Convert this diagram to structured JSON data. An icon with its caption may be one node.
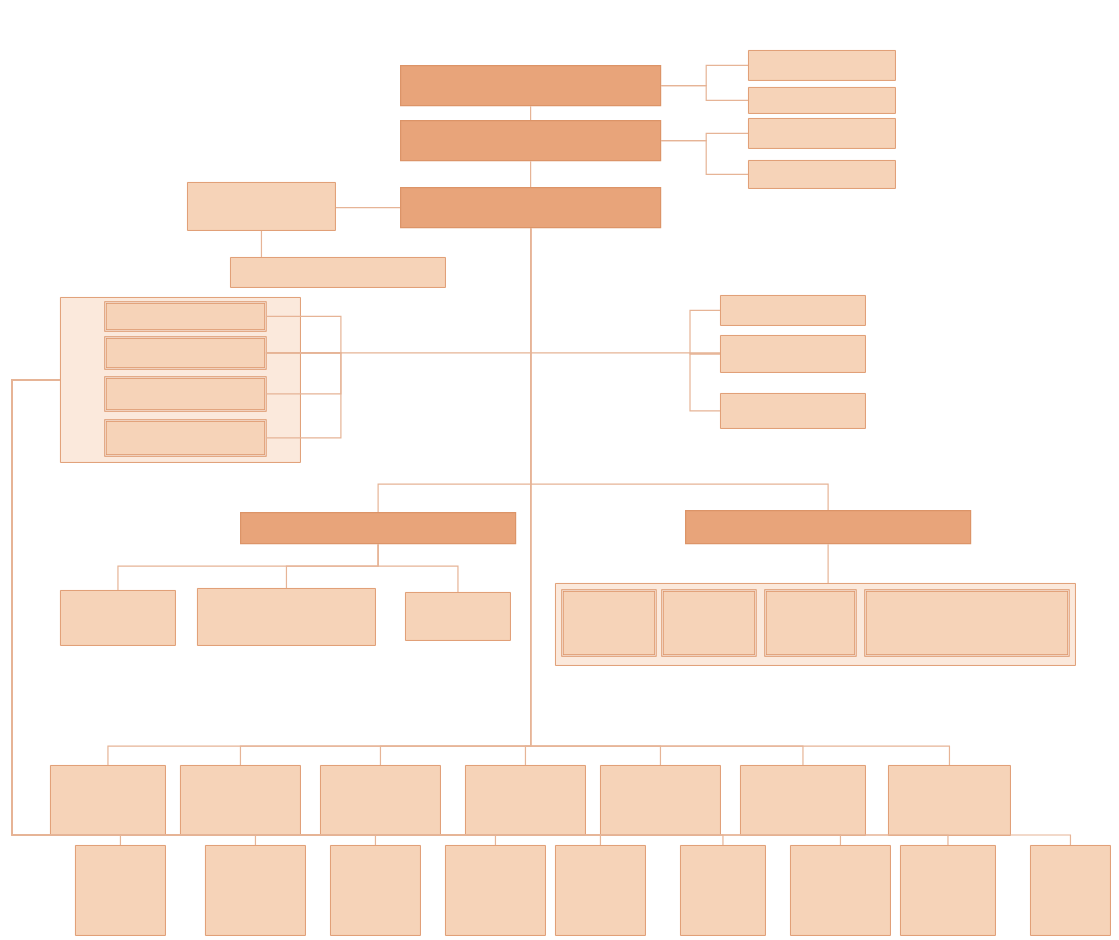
{
  "diagram": {
    "nodes": [
      {
        "text": [],
        "shape": "box"
      },
      {
        "text": [],
        "shape": "box"
      },
      {
        "text": [],
        "shape": "box"
      },
      {
        "text": [],
        "shape": "box"
      },
      {
        "text": [],
        "shape": "box"
      },
      {
        "text": [],
        "shape": "box"
      },
      {
        "text": [],
        "shape": "box"
      },
      {
        "text": [],
        "shape": "box"
      },
      {
        "text": [],
        "shape": "box"
      },
      {
        "text": [],
        "shape": "box"
      },
      {
        "text": [],
        "shape": "box",
        "in": 9
      },
      {
        "text": [],
        "shape": "box",
        "in": 9
      },
      {
        "text": [],
        "shape": "box",
        "in": 9
      },
      {
        "text": [],
        "shape": "box",
        "in": 9
      },
      {
        "text": [],
        "shape": "box"
      },
      {
        "text": [],
        "shape": "box"
      },
      {
        "text": [],
        "shape": "box"
      },
      {
        "text": [],
        "shape": "box"
      },
      {
        "text": [],
        "shape": "box"
      },
      {
        "text": [],
        "shape": "box"
      },
      {
        "text": [],
        "shape": "box"
      },
      {
        "text": [],
        "shape": "box"
      },
      {
        "text": [],
        "shape": "box"
      },
      {
        "text": [],
        "shape": "box",
        "in": 22
      },
      {
        "text": [],
        "shape": "box",
        "in": 22
      },
      {
        "text": [],
        "shape": "box",
        "in": 22
      },
      {
        "text": [],
        "shape": "box",
        "in": 22
      },
      {
        "text": [],
        "shape": "box"
      },
      {
        "text": [],
        "shape": "box"
      },
      {
        "text": [],
        "shape": "box"
      },
      {
        "text": [],
        "shape": "box"
      },
      {
        "text": [],
        "shape": "box"
      },
      {
        "text": [],
        "shape": "box"
      },
      {
        "text": [],
        "shape": "box"
      },
      {
        "text": [],
        "shape": "box"
      },
      {
        "text": [],
        "shape": "box"
      },
      {
        "text": [],
        "shape": "box"
      },
      {
        "text": [],
        "shape": "box"
      },
      {
        "text": [],
        "shape": "box"
      },
      {
        "text": [],
        "shape": "box"
      },
      {
        "text": [],
        "shape": "box"
      },
      {
        "text": [],
        "shape": "box"
      },
      {
        "text": [],
        "shape": "box"
      }
    ],
    "edges": [
      {
        "from": 0,
        "to": 1,
        "arrow": "none"
      },
      {
        "from": 1,
        "to": 2,
        "arrow": "none"
      },
      {
        "from": 0,
        "to": 3,
        "arrow": "none"
      },
      {
        "from": 0,
        "to": 4,
        "arrow": "none"
      },
      {
        "from": 1,
        "to": 5,
        "arrow": "none"
      },
      {
        "from": 1,
        "to": 6,
        "arrow": "none"
      },
      {
        "from": 2,
        "to": 7,
        "arrow": "none"
      },
      {
        "from": 7,
        "to": 8,
        "arrow": "none"
      },
      {
        "from": 11,
        "to": 15,
        "arrow": "none"
      },
      {
        "from": 11,
        "to": 10,
        "arrow": "none"
      },
      {
        "from": 11,
        "to": 12,
        "arrow": "none"
      },
      {
        "from": 11,
        "to": 13,
        "arrow": "none"
      },
      {
        "from": 15,
        "to": 14,
        "arrow": "none"
      },
      {
        "from": 15,
        "to": 16,
        "arrow": "none"
      },
      {
        "from": 2,
        "to": 17,
        "arrow": "none"
      },
      {
        "from": 2,
        "to": 18,
        "arrow": "none"
      },
      {
        "from": 17,
        "to": 19,
        "arrow": "none"
      },
      {
        "from": 17,
        "to": 20,
        "arrow": "none"
      },
      {
        "from": 17,
        "to": 21,
        "arrow": "none"
      },
      {
        "from": 18,
        "to": 22,
        "arrow": "none"
      },
      {
        "from": 2,
        "to": 27,
        "arrow": "none"
      },
      {
        "from": 2,
        "to": 28,
        "arrow": "none"
      },
      {
        "from": 2,
        "to": 29,
        "arrow": "none"
      },
      {
        "from": 2,
        "to": 30,
        "arrow": "none"
      },
      {
        "from": 2,
        "to": 31,
        "arrow": "none"
      },
      {
        "from": 2,
        "to": 32,
        "arrow": "none"
      },
      {
        "from": 2,
        "to": 33,
        "arrow": "none"
      },
      {
        "from": 9,
        "to": 34,
        "arrow": "none"
      },
      {
        "from": 9,
        "to": 35,
        "arrow": "none"
      },
      {
        "from": 9,
        "to": 36,
        "arrow": "none"
      },
      {
        "from": 9,
        "to": 37,
        "arrow": "none"
      },
      {
        "from": 9,
        "to": 38,
        "arrow": "none"
      },
      {
        "from": 9,
        "to": 39,
        "arrow": "none"
      },
      {
        "from": 9,
        "to": 40,
        "arrow": "none"
      },
      {
        "from": 9,
        "to": 41,
        "arrow": "none"
      },
      {
        "from": 9,
        "to": 42,
        "arrow": "none"
      }
    ]
  }
}
